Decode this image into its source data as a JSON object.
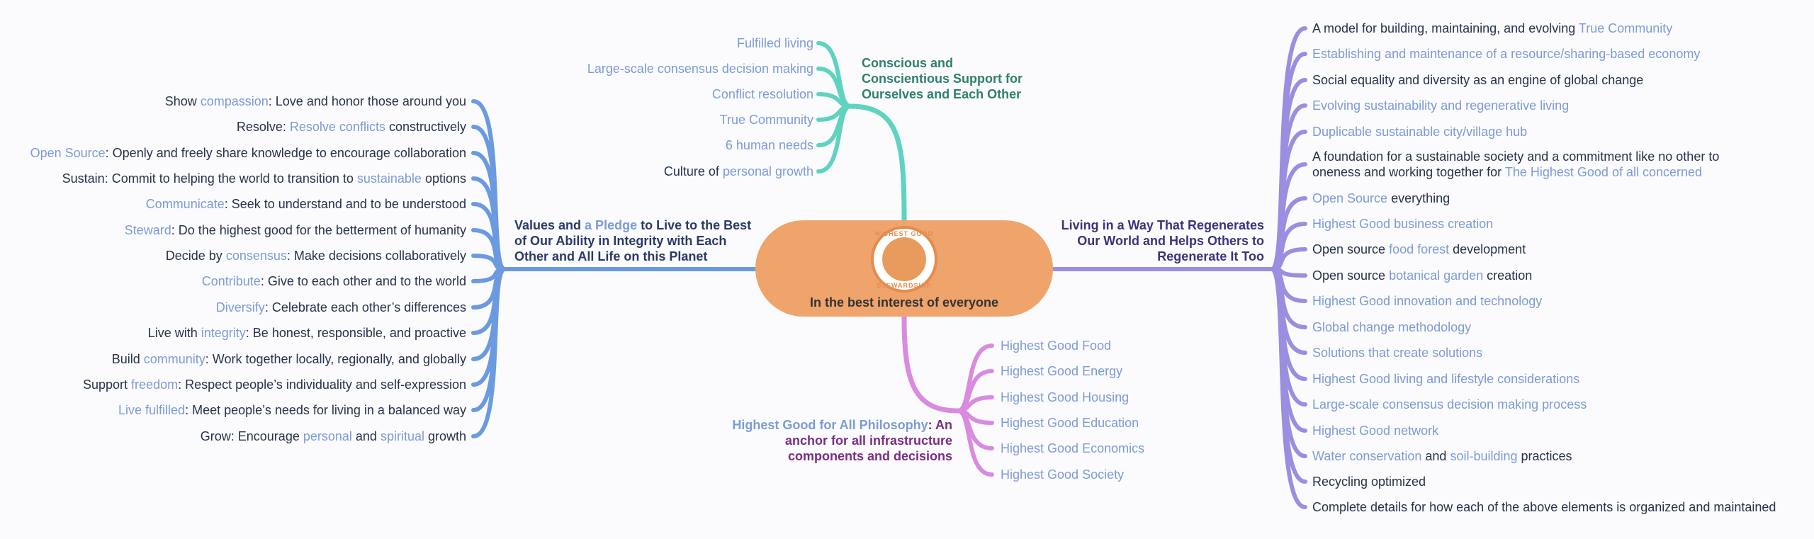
{
  "center": {
    "label": "In the best interest of everyone",
    "logo_text_top": "HIGHEST GOOD",
    "logo_text_bottom": "STEWARDSHIP",
    "color": "#efa46b"
  },
  "branches": {
    "top": {
      "title": "Conscious and Conscientious Support for Ourselves and Each Other",
      "title_lines": [
        "Conscious and",
        "Conscientious Support for",
        "Ourselves and Each Other"
      ],
      "color": "#5fd3bf",
      "items": [
        [
          {
            "t": "Fulfilled living",
            "h": true
          }
        ],
        [
          {
            "t": "Large-scale consensus decision making",
            "h": true
          }
        ],
        [
          {
            "t": "Conflict resolution",
            "h": true
          }
        ],
        [
          {
            "t": "True Community",
            "h": true
          }
        ],
        [
          {
            "t": "6 human needs",
            "h": true
          }
        ],
        [
          {
            "t": "Culture of ",
            "h": false
          },
          {
            "t": "personal growth",
            "h": true
          }
        ]
      ]
    },
    "left": {
      "title_lines": [
        [
          {
            "t": "Values and ",
            "h": false
          },
          {
            "t": "a Pledge",
            "h": true
          },
          {
            "t": " to Live to the Best",
            "h": false
          }
        ],
        [
          {
            "t": "of Our Ability in Integrity with Each",
            "h": false
          }
        ],
        [
          {
            "t": "Other and All Life on this Planet",
            "h": false
          }
        ]
      ],
      "color": "#6b9ae0",
      "items": [
        [
          {
            "t": "Show ",
            "h": false
          },
          {
            "t": "compassion",
            "h": true
          },
          {
            "t": ": Love and honor those around you",
            "h": false
          }
        ],
        [
          {
            "t": "Resolve: ",
            "h": false
          },
          {
            "t": "Resolve conflicts",
            "h": true
          },
          {
            "t": " constructively",
            "h": false
          }
        ],
        [
          {
            "t": "Open Source",
            "h": true
          },
          {
            "t": ": Openly and freely share knowledge to encourage collaboration",
            "h": false
          }
        ],
        [
          {
            "t": "Sustain: Commit to helping the world to transition to ",
            "h": false
          },
          {
            "t": "sustainable",
            "h": true
          },
          {
            "t": " options",
            "h": false
          }
        ],
        [
          {
            "t": "Communicate",
            "h": true
          },
          {
            "t": ": Seek to understand and to be understood",
            "h": false
          }
        ],
        [
          {
            "t": "Steward",
            "h": true
          },
          {
            "t": ": Do the highest good for the betterment of humanity",
            "h": false
          }
        ],
        [
          {
            "t": "Decide by ",
            "h": false
          },
          {
            "t": "consensus",
            "h": true
          },
          {
            "t": ": Make decisions collaboratively",
            "h": false
          }
        ],
        [
          {
            "t": "Contribute",
            "h": true
          },
          {
            "t": ": Give to each other and to the world",
            "h": false
          }
        ],
        [
          {
            "t": "Diversify",
            "h": true
          },
          {
            "t": ": Celebrate each other’s differences",
            "h": false
          }
        ],
        [
          {
            "t": "Live with ",
            "h": false
          },
          {
            "t": "integrity",
            "h": true
          },
          {
            "t": ": Be honest, responsible, and proactive",
            "h": false
          }
        ],
        [
          {
            "t": "Build ",
            "h": false
          },
          {
            "t": "community",
            "h": true
          },
          {
            "t": ": Work together locally, regionally, and globally",
            "h": false
          }
        ],
        [
          {
            "t": "Support ",
            "h": false
          },
          {
            "t": "freedom",
            "h": true
          },
          {
            "t": ": Respect people’s individuality and self-expression",
            "h": false
          }
        ],
        [
          {
            "t": "Live fulfilled",
            "h": true
          },
          {
            "t": ": Meet people’s needs for living in a balanced way",
            "h": false
          }
        ],
        [
          {
            "t": "Grow: Encourage ",
            "h": false
          },
          {
            "t": "personal",
            "h": true
          },
          {
            "t": " and ",
            "h": false
          },
          {
            "t": "spiritual",
            "h": true
          },
          {
            "t": " growth",
            "h": false
          }
        ]
      ]
    },
    "right": {
      "title_lines": [
        "Living in a Way That Regenerates",
        "Our World and Helps Others to",
        "Regenerate It Too"
      ],
      "color": "#9a8ee0",
      "items": [
        [
          {
            "t": "A model for building, maintaining, and evolving ",
            "h": false
          },
          {
            "t": "True Community",
            "h": true
          }
        ],
        [
          {
            "t": "Establishing and maintenance of a resource/sharing-based economy",
            "h": true
          }
        ],
        [
          {
            "t": "Social equality and diversity as an engine of global change",
            "h": false
          }
        ],
        [
          {
            "t": "Evolving sustainability and regenerative living",
            "h": true
          }
        ],
        [
          {
            "t": "Duplicable sustainable city/village hub",
            "h": true
          }
        ],
        [
          {
            "t": "A foundation for a sustainable society and a commitment like no other to",
            "h": false
          }
        ],
        [
          {
            "t": "Open Source",
            "h": true
          },
          {
            "t": " everything",
            "h": false
          }
        ],
        [
          {
            "t": "Highest Good business creation",
            "h": true
          }
        ],
        [
          {
            "t": "Open source ",
            "h": false
          },
          {
            "t": "food forest",
            "h": true
          },
          {
            "t": " development",
            "h": false
          }
        ],
        [
          {
            "t": "Open source ",
            "h": false
          },
          {
            "t": "botanical garden",
            "h": true
          },
          {
            "t": " creation",
            "h": false
          }
        ],
        [
          {
            "t": "Highest Good innovation and technology",
            "h": true
          }
        ],
        [
          {
            "t": "Global change methodology",
            "h": true
          }
        ],
        [
          {
            "t": "Solutions that create solutions",
            "h": true
          }
        ],
        [
          {
            "t": "Highest Good living and lifestyle considerations",
            "h": true
          }
        ],
        [
          {
            "t": "Large-scale consensus decision making process",
            "h": true
          }
        ],
        [
          {
            "t": "Highest Good network",
            "h": true
          }
        ],
        [
          {
            "t": "Water conservation",
            "h": true
          },
          {
            "t": " and ",
            "h": false
          },
          {
            "t": "soil-building",
            "h": true
          },
          {
            "t": " practices",
            "h": false
          }
        ],
        [
          {
            "t": "Recycling optimized",
            "h": false
          }
        ],
        [
          {
            "t": "Complete details for how each of the above elements is organized and maintained",
            "h": false
          }
        ]
      ],
      "foundation_second_line": [
        {
          "t": "oneness and working together for ",
          "h": false
        },
        {
          "t": "The Highest Good of all concerned",
          "h": true
        }
      ]
    },
    "bottom": {
      "title_lines": [
        [
          {
            "t": "Highest Good for All Philosophy",
            "h": true
          },
          {
            "t": ": An",
            "h": false
          }
        ],
        [
          {
            "t": "anchor for all infrastructure",
            "h": false
          }
        ],
        [
          {
            "t": "components and decisions",
            "h": false
          }
        ]
      ],
      "color": "#d98be0",
      "items": [
        [
          {
            "t": "Highest Good Food",
            "h": true
          }
        ],
        [
          {
            "t": "Highest Good Energy",
            "h": true
          }
        ],
        [
          {
            "t": "Highest Good Housing",
            "h": true
          }
        ],
        [
          {
            "t": "Highest Good Education",
            "h": true
          }
        ],
        [
          {
            "t": "Highest Good Economics",
            "h": true
          }
        ],
        [
          {
            "t": "Highest Good Society",
            "h": true
          }
        ]
      ]
    }
  },
  "colors": {
    "text_dark": "#26324a",
    "text_link": "#7d9bd3",
    "top_title": "#2f7f6e",
    "left_title": "#2a3a66",
    "right_title": "#3a3478",
    "bottom_title": "#7a2d82"
  }
}
